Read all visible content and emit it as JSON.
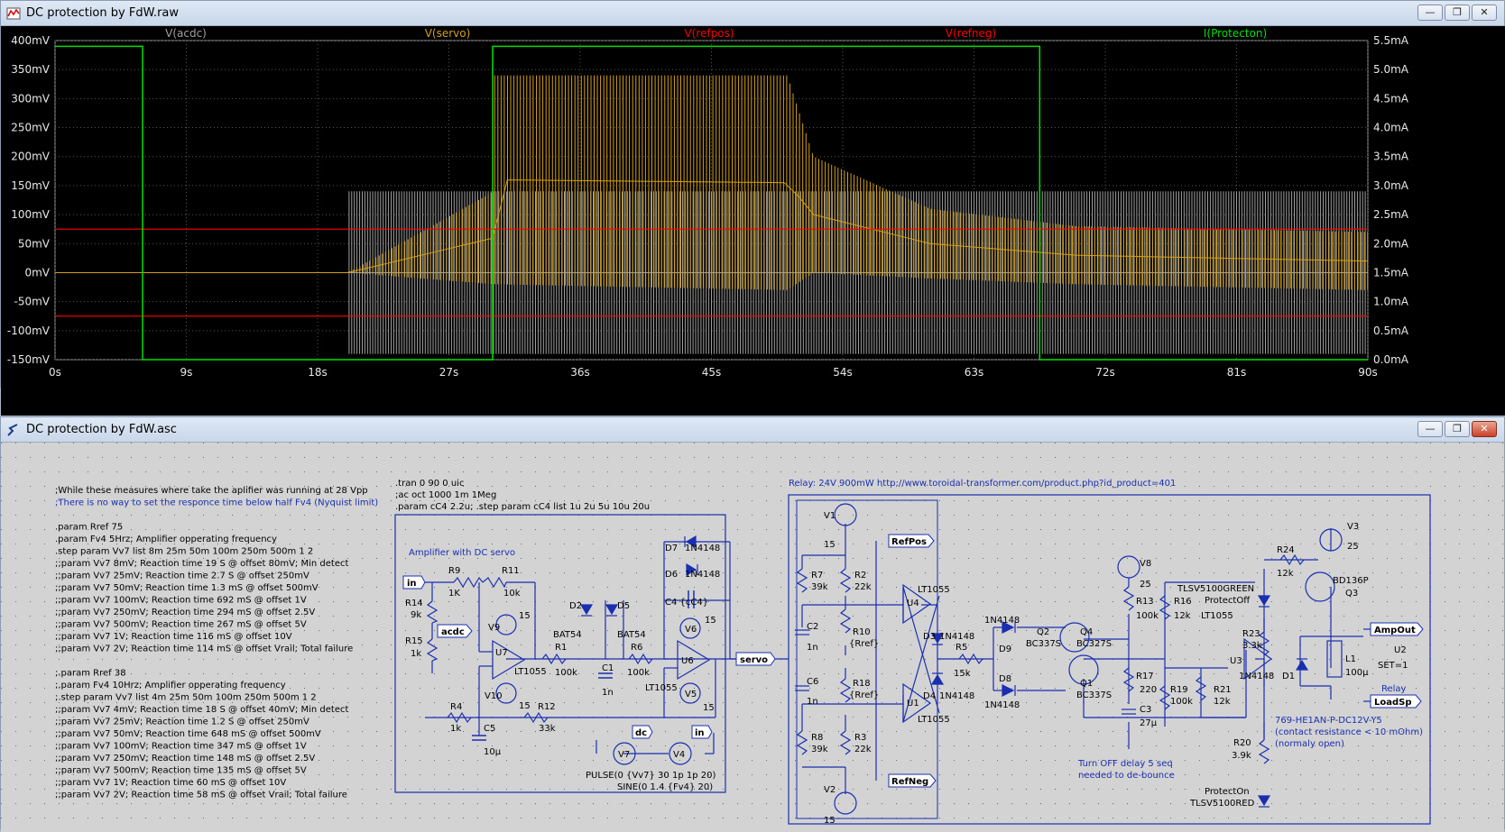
{
  "waveform_window": {
    "title": "DC protection by FdW.raw",
    "traces": [
      {
        "label": "V(acdc)",
        "color": "#a0a0a0"
      },
      {
        "label": "V(servo)",
        "color": "#d4a017"
      },
      {
        "label": "V(refpos)",
        "color": "#ff0000"
      },
      {
        "label": "V(refneg)",
        "color": "#ff0000"
      },
      {
        "label": "I(Protecton)",
        "color": "#00e000"
      }
    ],
    "y_left_ticks": [
      "400mV",
      "350mV",
      "300mV",
      "250mV",
      "200mV",
      "150mV",
      "100mV",
      "50mV",
      "0mV",
      "-50mV",
      "-100mV",
      "-150mV"
    ],
    "y_right_ticks": [
      "5.5mA",
      "5.0mA",
      "4.5mA",
      "4.0mA",
      "3.5mA",
      "3.0mA",
      "2.5mA",
      "2.0mA",
      "1.5mA",
      "1.0mA",
      "0.5mA",
      "0.0mA"
    ],
    "x_ticks": [
      "0s",
      "9s",
      "18s",
      "27s",
      "36s",
      "45s",
      "54s",
      "63s",
      "72s",
      "81s",
      "90s"
    ]
  },
  "chart_data": {
    "type": "line",
    "xlabel": "",
    "ylabel": "",
    "xlim": [
      0,
      90
    ],
    "ylim": [
      -150,
      400
    ],
    "y2lim": [
      0,
      5.5
    ],
    "grid": true,
    "series": [
      {
        "name": "V(acdc)",
        "unit": "mV",
        "envelope": {
          "x": [
            0,
            20.1,
            20.1,
            90
          ],
          "low": [
            0,
            0,
            -140,
            -140
          ],
          "high": [
            0,
            0,
            140,
            140
          ]
        }
      },
      {
        "name": "V(servo)",
        "unit": "mV",
        "envelope": {
          "x": [
            0,
            20.1,
            30.1,
            30.1,
            50.2,
            52,
            60,
            70,
            90
          ],
          "low": [
            0,
            0,
            -20,
            -20,
            -30,
            0,
            -10,
            -20,
            -30
          ],
          "high": [
            0,
            0,
            140,
            340,
            340,
            200,
            110,
            80,
            70
          ]
        }
      },
      {
        "name": "V(refpos)",
        "unit": "mV",
        "x": [
          0,
          90
        ],
        "y": [
          75,
          75
        ]
      },
      {
        "name": "V(refneg)",
        "unit": "mV",
        "x": [
          0,
          90
        ],
        "y": [
          -75,
          -75
        ]
      },
      {
        "name": "I(Protecton)",
        "unit": "mA",
        "x": [
          0,
          6,
          6,
          20,
          20,
          30,
          30,
          67.5,
          67.5,
          90
        ],
        "y": [
          5.4,
          5.4,
          0,
          0,
          0,
          0,
          5.4,
          5.4,
          0,
          0
        ]
      }
    ]
  },
  "schematic_window": {
    "title": "DC protection by FdW.asc",
    "notes_left": [
      ";While these measures where take the aplifier was running at 28 Vpp",
      ";There is no way to set the responce time below half Fv4 (Nyquist limit)",
      "",
      ".param Rref 75",
      ".param Fv4 5Hrz; Amplifier opperating frequency",
      ".step param Vv7 list 8m 25m 50m 100m 250m 500m 1 2",
      ";;param Vv7 8mV; Reaction time 19 S @ offset 80mV; Min detect",
      ";;param Vv7 25mV; Reaction time 2.7 S @ offset 250mV",
      ";;param Vv7 50mV; Reaction time 1.3 mS @ offset 500mV",
      ";;param Vv7 100mV; Reaction time 692 mS @ offset 1V",
      ";;param Vv7 250mV; Reaction time 294 mS @ offset 2.5V",
      ";;param Vv7 500mV; Reaction time 267 mS @ offset 5V",
      ";;param Vv7 1V; Reaction time 116 mS @ offset 10V",
      ";;param Vv7 2V; Reaction time 114 mS @ offset Vrail; Total failure",
      "",
      ";.param Rref 38",
      ";.param Fv4 10Hrz; Amplifier opperating frequency",
      ";.step param Vv7 list 4m 25m 50m 100m 250m 500m 1 2",
      ";;param Vv7 4mV; Reaction time 18 S @ offset 40mV; Min detect",
      ";;param Vv7 25mV; Reaction time 1.2 S @ offset 250mV",
      ";;param Vv7 50mV; Reaction time 648 mS @ offset 500mV",
      ";;param Vv7 100mV; Reaction time 347 mS @ offset 1V",
      ";;param Vv7 250mV; Reaction time 148 mS @ offset 2.5V",
      ";;param Vv7 500mV; Reaction time 135 mS @ offset 5V",
      ";;param Vv7 1V; Reaction time 60 mS @ offset 10V",
      ";;param Vv7 2V; Reaction time 58 mS @ offset Vrail; Total failure"
    ],
    "directives": [
      ".tran 0 90 0 uic",
      ";ac oct 1000 1m 1Meg",
      ".param cC4 2.2u; .step param cC4 list 1u 2u 5u 10u 20u"
    ],
    "relay_note": "Relay: 24V 900mW http://www.toroidal-transformer.com/product.php?id_product=401",
    "amp_label": "Amplifier with DC servo",
    "turnoff_note": [
      "Turn OFF delay 5 seq",
      "needed to de-bounce"
    ],
    "relay_info": [
      "769-HE1AN-P-DC12V-Y5",
      "(contact resistance < 10 mOhm)",
      "(normaly open)"
    ],
    "net_labels": {
      "in": "in",
      "acdc": "acdc",
      "servo": "servo",
      "dc": "dc",
      "in2": "in",
      "refpos": "RefPos",
      "refneg": "RefNeg",
      "ampout": "AmpOut",
      "loadsp": "LoadSp"
    },
    "parts": {
      "R9": "R9",
      "R9v": "1K",
      "R11": "R11",
      "R11v": "10k",
      "R14": "R14",
      "R14v": "9k",
      "R15": "R15",
      "R15v": "1k",
      "V9": "V9",
      "V9v": "15",
      "V10": "V10",
      "V10v": "15",
      "U7": "U7",
      "U7v": "LT1055",
      "D2": "D2",
      "D2v": "BAT54",
      "D5": "D5",
      "D5v": "BAT54",
      "R1": "R1",
      "R1v": "100k",
      "C1": "C1",
      "C1v": "1n",
      "R6": "R6",
      "R6v": "100k",
      "D7": "D7",
      "D7v": "1N4148",
      "D6": "D6",
      "D6v": "1N4148",
      "C4": "C4 {cC4}",
      "V6": "V6",
      "V6v": "15",
      "U6": "U6",
      "U6v": "LT1055",
      "V5": "V5",
      "V5v": "15",
      "R4": "R4",
      "R4v": "1k",
      "C5": "C5",
      "C5v": "10μ",
      "R12": "R12",
      "R12v": "33k",
      "V7": "V7",
      "V4": "V4",
      "pulse": "PULSE(0 {Vv7} 30 1p 1p 20)",
      "sine": "SINE(0 1.4 {Fv4} 20)",
      "V1": "V1",
      "V1v": "15",
      "R7": "R7",
      "R7v": "39k",
      "R2": "R2",
      "R2v": "22k",
      "C2": "C2",
      "C2v": "1n",
      "R10": "R10",
      "R10v": "{Rref}",
      "U4": "U4",
      "U4v": "LT1055",
      "C6": "C6",
      "C6v": "1n",
      "R18": "R18",
      "R18v": "{Rref}",
      "R8": "R8",
      "R8v": "39k",
      "R3": "R3",
      "R3v": "22k",
      "V2": "V2",
      "V2v": "15",
      "U1": "U1",
      "U1v": "LT1055",
      "D3": "D3",
      "D3v": "1N4148",
      "D4": "D4",
      "D4v": "1N4148",
      "R5": "R5",
      "R5v": "15k",
      "D9": "D9",
      "D9v": "1N4148",
      "D8": "D8",
      "D8v": "1N4148",
      "Q2": "Q2",
      "Q2v": "BC337S",
      "Q4": "Q4",
      "Q4v": "BC327S",
      "Q1": "Q1",
      "Q1v": "BC337S",
      "V8": "V8",
      "V8v": "25",
      "R13": "R13",
      "R13v": "100k",
      "R16": "R16",
      "R16v": "12k",
      "R17": "R17",
      "R17v": "220",
      "C3": "C3",
      "C3v": "27μ",
      "R19": "R19",
      "R19v": "100k",
      "R21": "R21",
      "R21v": "12k",
      "U3": "U3",
      "U3v": "LT1055",
      "led_off": "TLSV5100GREEN",
      "led_off_name": "ProtectOff",
      "R23": "R23",
      "R23v": "3.3k",
      "R20": "R20",
      "R20v": "3.9k",
      "led_on_name": "ProtectOn",
      "led_on": "TLSV5100RED",
      "R24": "R24",
      "R24v": "12k",
      "Q3": "Q3",
      "Q3v": "BD136P",
      "V3": "V3",
      "V3v": "25",
      "D1": "D1",
      "D1v": "1N4148",
      "L1": "L1",
      "L1v": "100μ",
      "U2": "U2",
      "U2set": "SET=1",
      "U2v": "Relay"
    }
  }
}
